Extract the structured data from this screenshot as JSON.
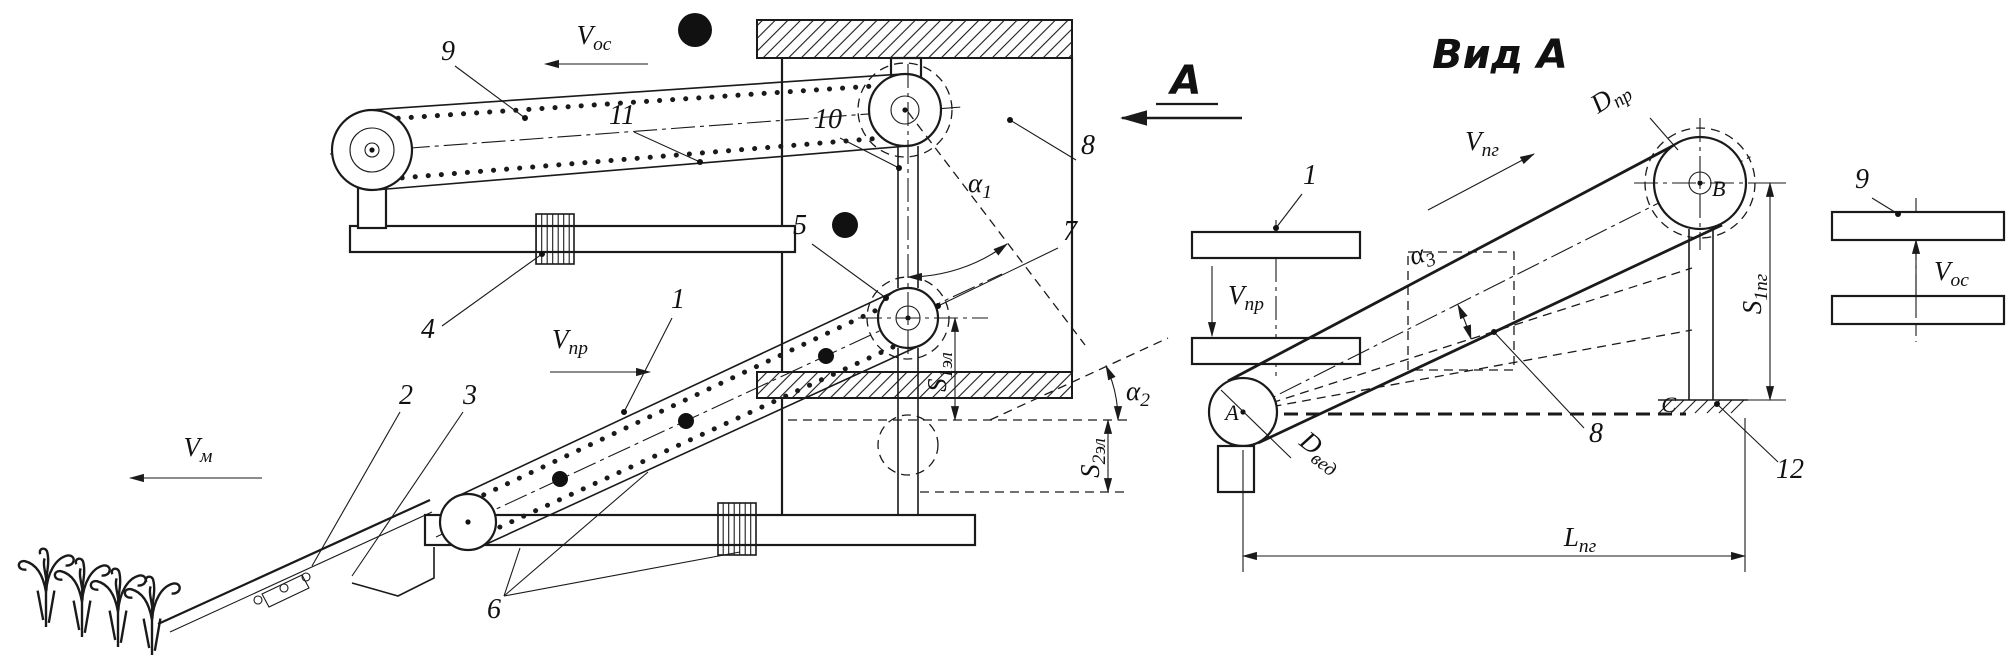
{
  "drawing": {
    "title": "Вид А",
    "view_arrow_label": "А"
  },
  "parts": {
    "n1": "1",
    "n2": "2",
    "n3": "3",
    "n4": "4",
    "n5": "5",
    "n6": "6",
    "n7": "7",
    "n8": "8",
    "n9": "9",
    "n10": "10",
    "n11": "11",
    "n12": "12"
  },
  "velocities": {
    "v_os": {
      "base": "V",
      "sub": "ос"
    },
    "v_pr": {
      "base": "V",
      "sub": "пр"
    },
    "v_m": {
      "base": "V",
      "sub": "м"
    },
    "v_pg": {
      "base": "V",
      "sub": "пг"
    }
  },
  "angles": {
    "alpha1": {
      "base": "α",
      "sub": "1"
    },
    "alpha2": {
      "base": "α",
      "sub": "2"
    },
    "alpha3": {
      "base": "α",
      "sub": "3"
    }
  },
  "dimensions": {
    "s1el": {
      "base": "S",
      "sub": "1эл"
    },
    "s2el": {
      "base": "S",
      "sub": "2эл"
    },
    "s1pg": {
      "base": "S",
      "sub": "1пг"
    },
    "l_pg": {
      "base": "L",
      "sub": "пг"
    },
    "d_pr": {
      "base": "D",
      "sub": "пр"
    },
    "d_ved": {
      "base": "D",
      "sub": "вед"
    }
  },
  "points": {
    "a": "А",
    "b": "В",
    "c": "С"
  },
  "colors": {
    "ink": "#1a1a1a",
    "paper": "#ffffff"
  }
}
